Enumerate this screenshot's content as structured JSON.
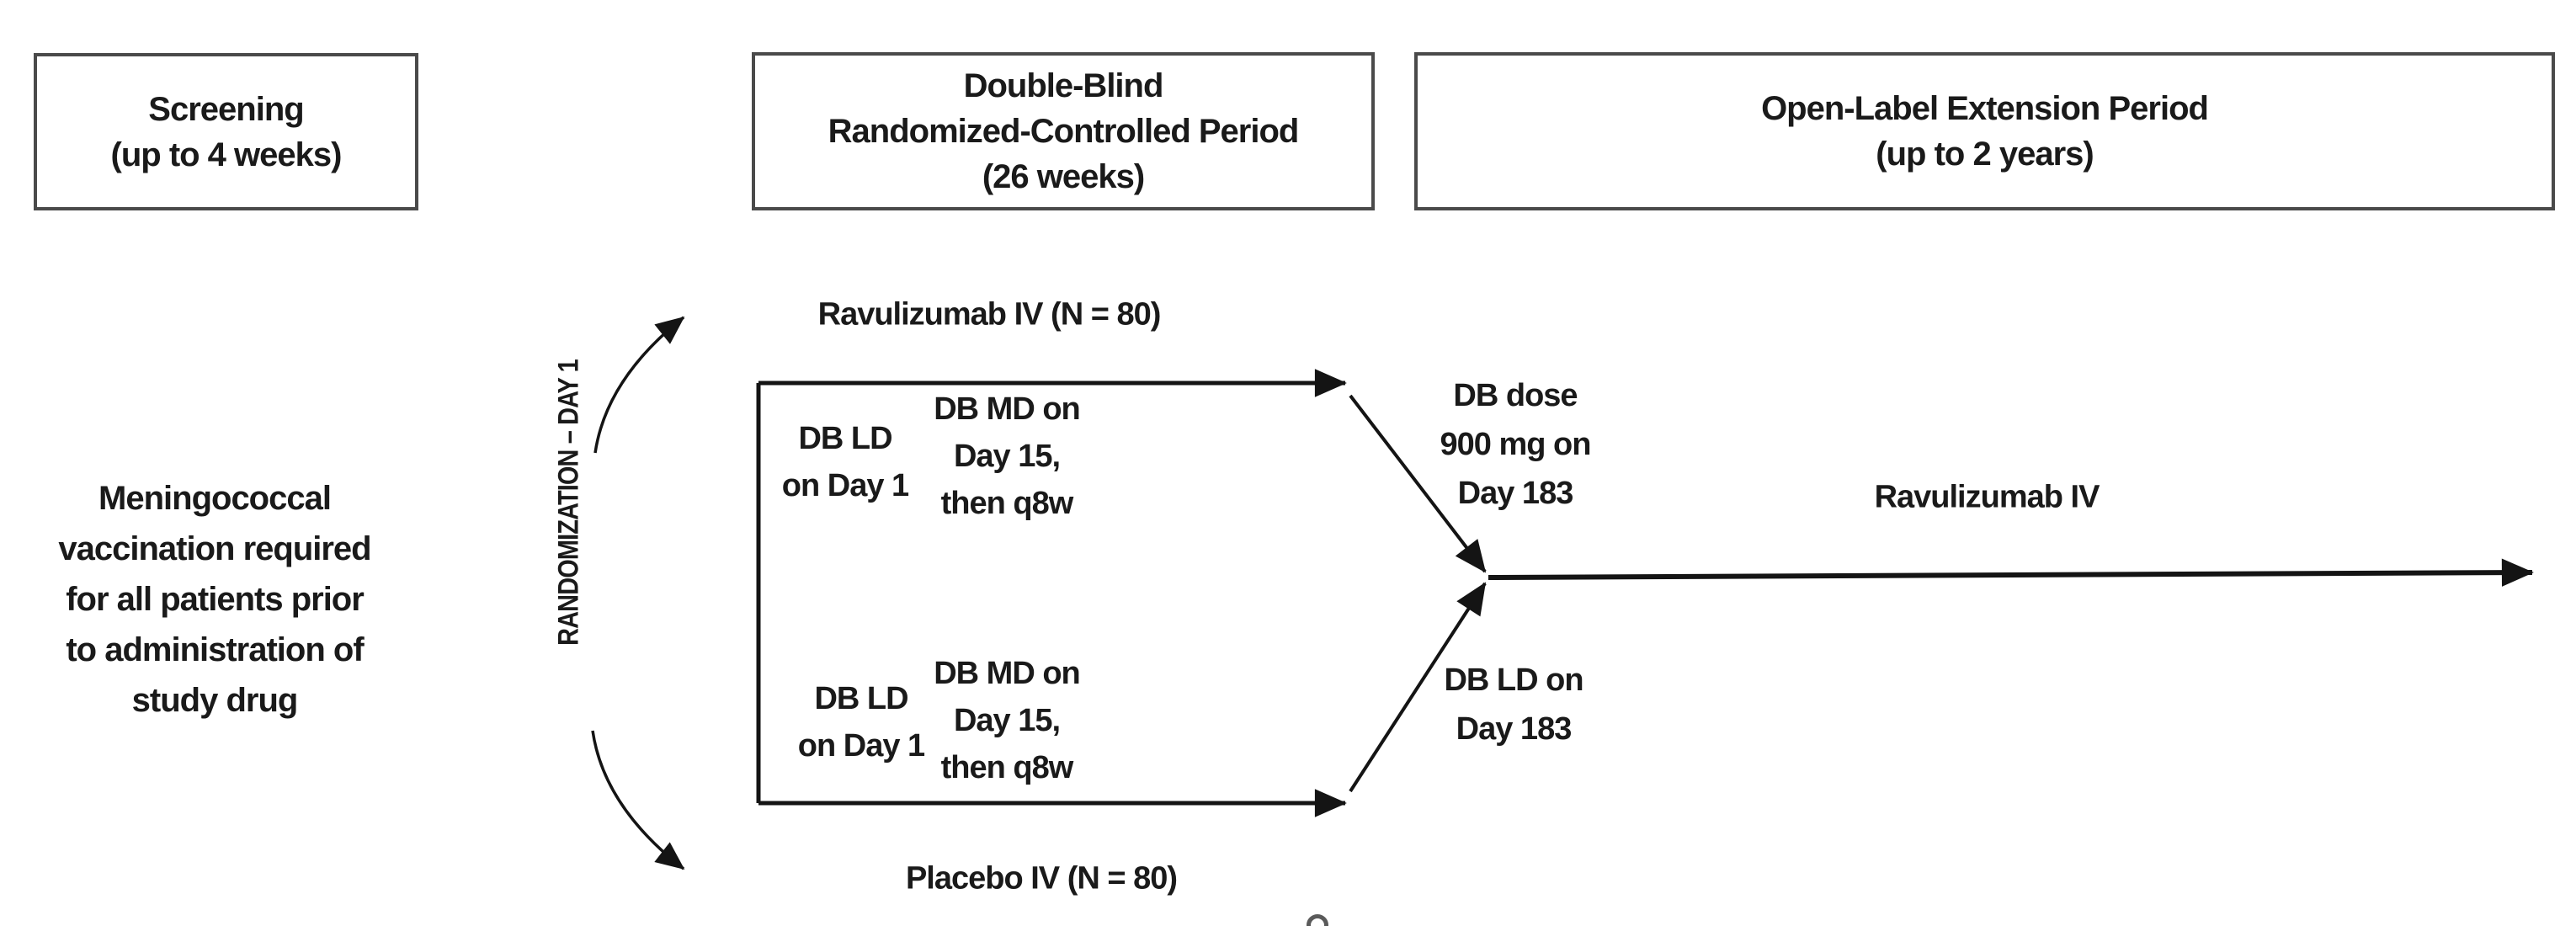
{
  "canvas": {
    "background": "#ffffff",
    "ink": "#1a1a1a",
    "box_border": "#4a4a4a",
    "muted_mark": "#5a5a5a"
  },
  "phase_boxes": [
    {
      "lines": [
        "Screening",
        "(up to 4 weeks)"
      ]
    },
    {
      "lines": [
        "Double-Blind",
        "Randomized-Controlled Period",
        "(26 weeks)"
      ]
    },
    {
      "lines": [
        "Open-Label Extension Period",
        "(up to 2 years)"
      ]
    }
  ],
  "vaccination_note": {
    "lines": [
      "Meningococcal",
      "vaccination required",
      "for all patients prior",
      "to administration of",
      "study drug"
    ]
  },
  "randomization_label": "RANDOMIZATION – DAY 1",
  "arms": {
    "ravulizumab": {
      "label": "Ravulizumab IV (N = 80)",
      "loading_dose": {
        "lines": [
          "DB LD",
          "on Day 1"
        ]
      },
      "maintenance_dose": {
        "lines": [
          "DB MD on",
          "Day 15,",
          "then q8w"
        ]
      },
      "day183": {
        "lines": [
          "DB dose",
          "900 mg on",
          "Day 183"
        ]
      }
    },
    "placebo": {
      "label": "Placebo IV (N = 80)",
      "loading_dose": {
        "lines": [
          "DB LD",
          "on Day 1"
        ]
      },
      "maintenance_dose": {
        "lines": [
          "DB MD on",
          "Day 15,",
          "then q8w"
        ]
      },
      "day183": {
        "lines": [
          "DB LD on",
          "Day 183"
        ]
      }
    }
  },
  "extension_arrow_label": "Ravulizumab IV"
}
